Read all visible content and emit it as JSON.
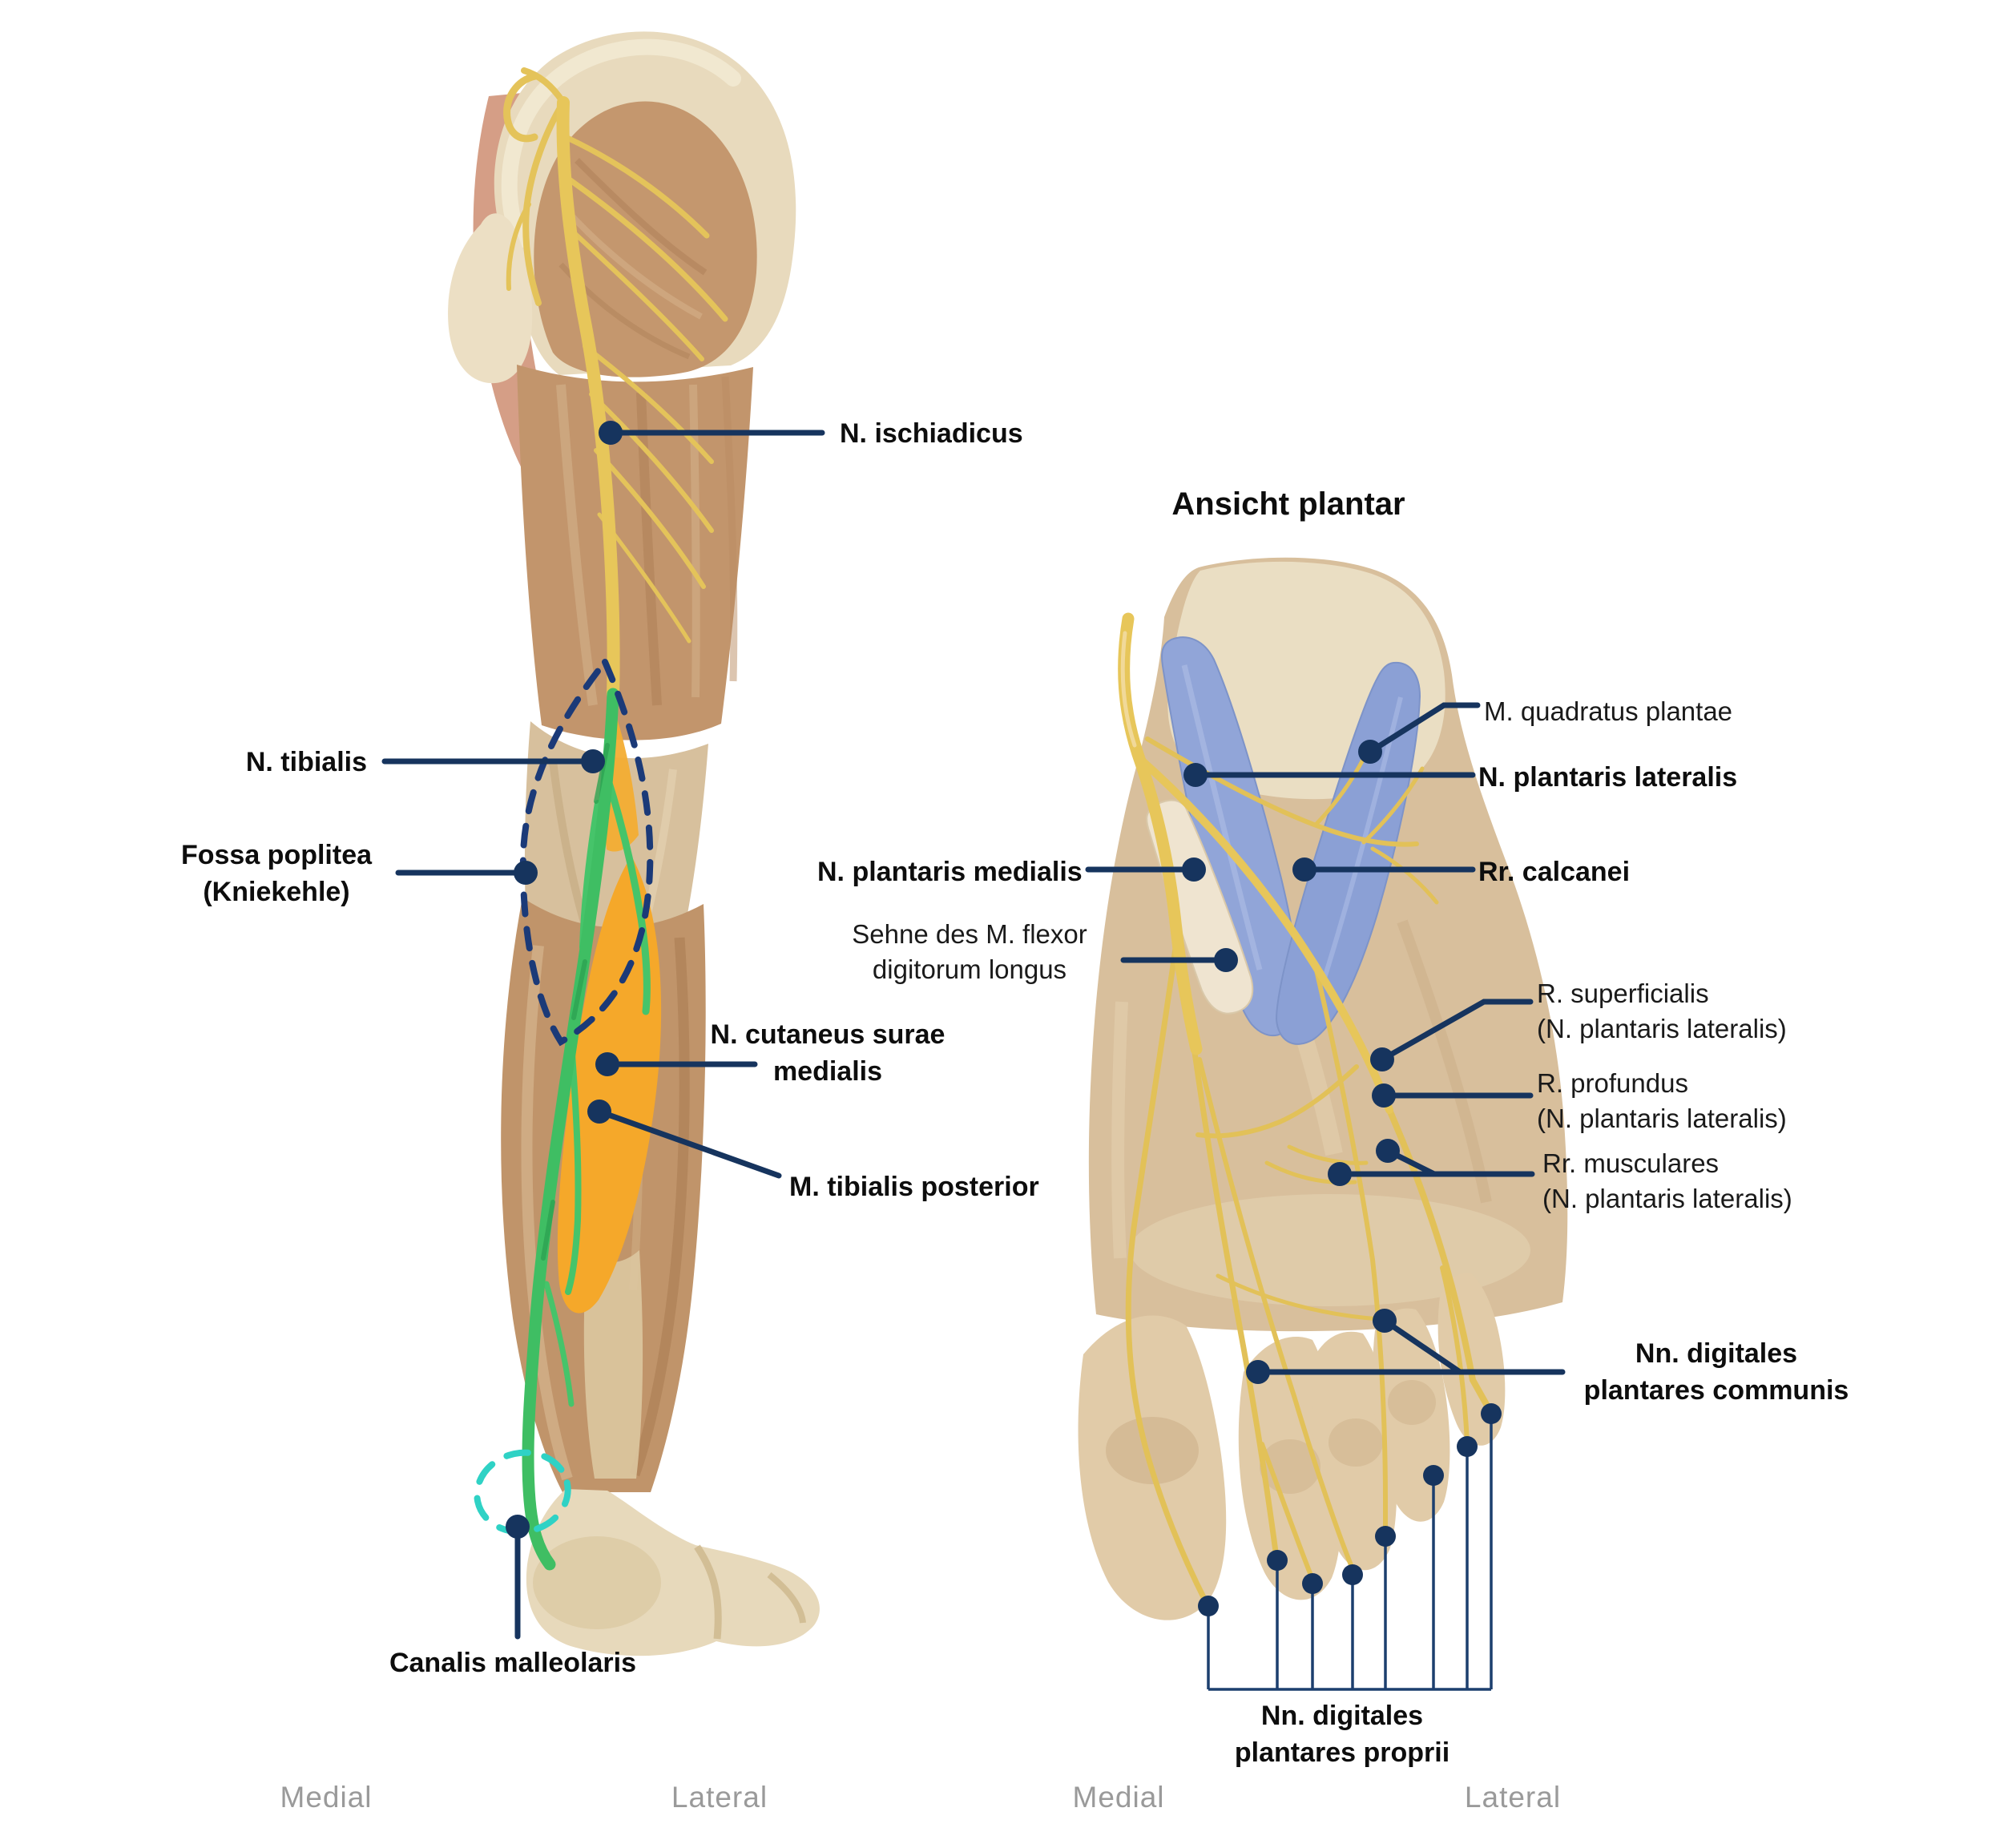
{
  "colors": {
    "leader_navy": "#16345E",
    "dashed_navy": "#1B3A78",
    "dashed_cyan": "#2FD2C5",
    "nerve_yellow": "#E7C65A",
    "highlight_green": "#3FBE63",
    "highlight_orange": "#F5A82A",
    "muscle_blue": "#91A5D8",
    "label_black": "#0D0D0D",
    "orientation_gray": "#9A9A9A"
  },
  "leg_figure": {
    "labels": {
      "n_ischiadicus": "N. ischiadicus",
      "n_tibialis": "N. tibialis",
      "fossa_poplitea_line1": "Fossa poplitea",
      "fossa_poplitea_line2": "(Kniekehle)",
      "n_cutaneus_line1": "N. cutaneus surae",
      "n_cutaneus_line2": "medialis",
      "m_tibialis_posterior": "M. tibialis posterior",
      "canalis_malleolaris": "Canalis malleolaris"
    },
    "orientation": {
      "left": "Medial",
      "right": "Lateral"
    }
  },
  "foot_figure": {
    "title": "Ansicht plantar",
    "labels": {
      "m_quadratus_plantae": "M. quadratus plantae",
      "n_plantaris_lateralis": "N. plantaris lateralis",
      "n_plantaris_medialis": "N. plantaris medialis",
      "rr_calcanei": "Rr. calcanei",
      "sehne_line1": "Sehne des M. flexor",
      "sehne_line2": "digitorum longus",
      "r_superficialis_line1": "R. superficialis",
      "r_superficialis_line2": "(N. plantaris lateralis)",
      "r_profundus_line1": "R. profundus",
      "r_profundus_line2": "(N. plantaris lateralis)",
      "rr_musculares_line1": "Rr. musculares",
      "rr_musculares_line2": "(N. plantaris lateralis)",
      "nn_communis_line1": "Nn. digitales",
      "nn_communis_line2": "plantares communis",
      "nn_proprii_line1": "Nn. digitales",
      "nn_proprii_line2": "plantares proprii"
    },
    "orientation": {
      "left": "Medial",
      "right": "Lateral"
    }
  }
}
